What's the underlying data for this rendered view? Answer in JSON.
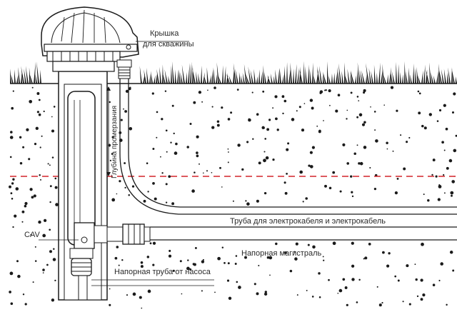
{
  "labels": {
    "cover_line1": "Крышка",
    "cover_line2": "для скважины",
    "freeze_depth": "Глубина промерзания",
    "cable_pipe": "Труба для электрокабеля и электрокабель",
    "pressure_main": "Напорная магистраль",
    "pump_pipe": "Напорная труба от насоса",
    "cav": "CAV"
  },
  "colors": {
    "freeze_line": "#d2232a",
    "ink": "#1a1a1a"
  }
}
